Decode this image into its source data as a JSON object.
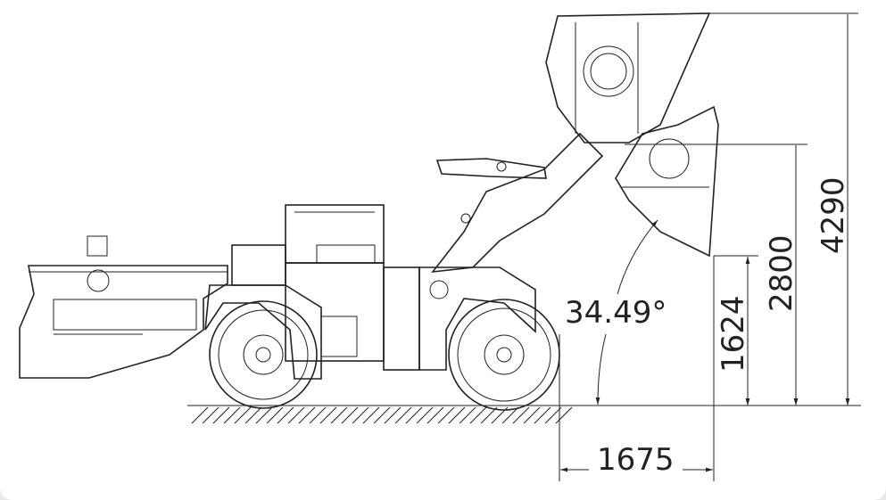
{
  "dimensions": {
    "max_height": "4290",
    "hinge_height": "2800",
    "dump_height": "1624",
    "dump_angle": "34.49°",
    "reach": "1675"
  },
  "colors": {
    "line": "#222222",
    "background": "#ffffff"
  }
}
